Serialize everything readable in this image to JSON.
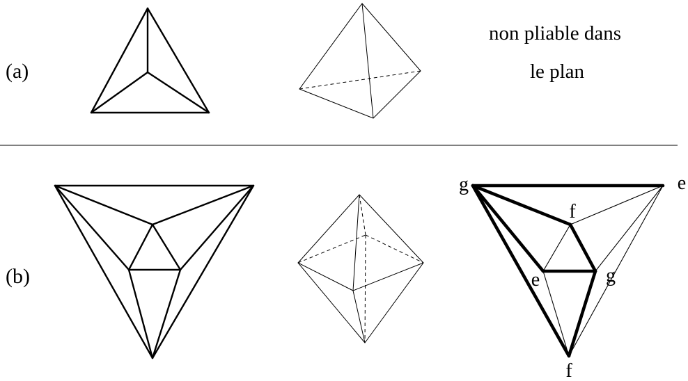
{
  "panel_a": {
    "label": "(a)",
    "note_line1": "non pliable dans",
    "note_line2": "le plan"
  },
  "panel_b": {
    "label": "(b)",
    "vertex_labels": {
      "top_left": "g",
      "top_right": "e",
      "inner_top": "f",
      "inner_left": "e",
      "inner_right": "g",
      "bottom": "f"
    }
  }
}
